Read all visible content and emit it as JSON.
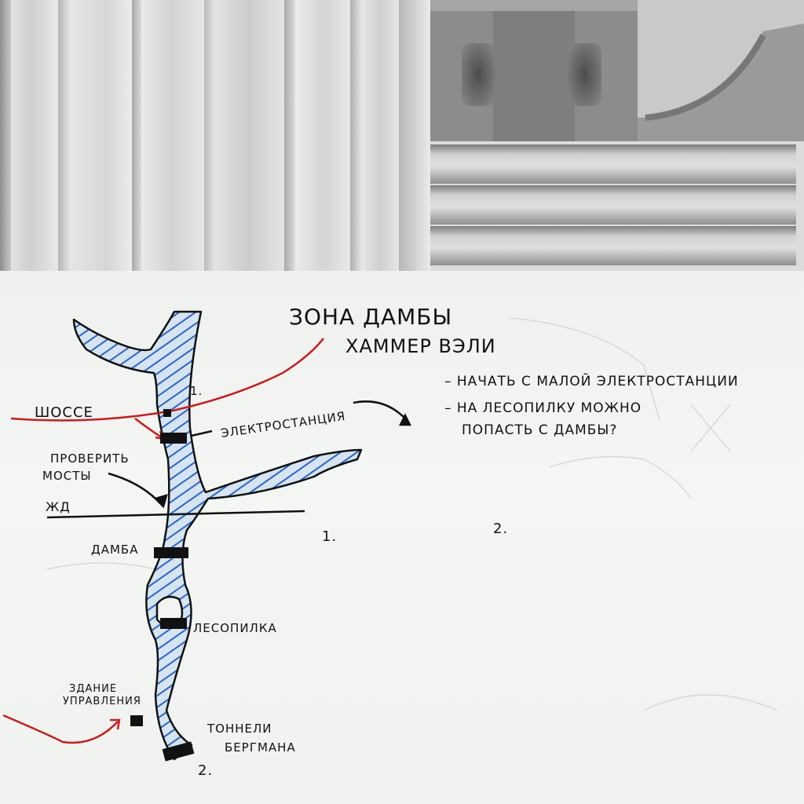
{
  "map": {
    "title": "ЗОНА ДАМБЫ",
    "subtitle": "ХАММЕР ВЭЛИ",
    "notes": [
      "– НАЧАТЬ С МАЛОЙ ЭЛЕКТРОСТАНЦИИ",
      "– НА ЛЕСОПИЛКУ МОЖНО",
      "ПОПАСТЬ С ДАМБЫ?"
    ],
    "labels": {
      "highway": "ШОССЕ",
      "power_station": "ЭЛЕКТРОСТАНЦИЯ",
      "check_bridges_1": "ПРОВЕРИТЬ",
      "check_bridges_2": "МОСТЫ",
      "railway": "ЖД",
      "dam": "ДАМБА",
      "sawmill": "ЛЕСОПИЛКА",
      "control_building_1": "ЗДАНИЕ",
      "control_building_2": "УПРАВЛЕНИЯ",
      "tunnels_1": "ТОННЕЛИ",
      "tunnels_2": "БЕРГМАНА"
    },
    "markers": {
      "river_top": "1.",
      "river_bottom": "2.",
      "point_1": "1.",
      "point_2": "2."
    },
    "colors": {
      "road": "#cc1b1b",
      "river_fill": "#cfe0ef",
      "river_hatch": "#2a66c8",
      "ink": "#111111"
    }
  }
}
